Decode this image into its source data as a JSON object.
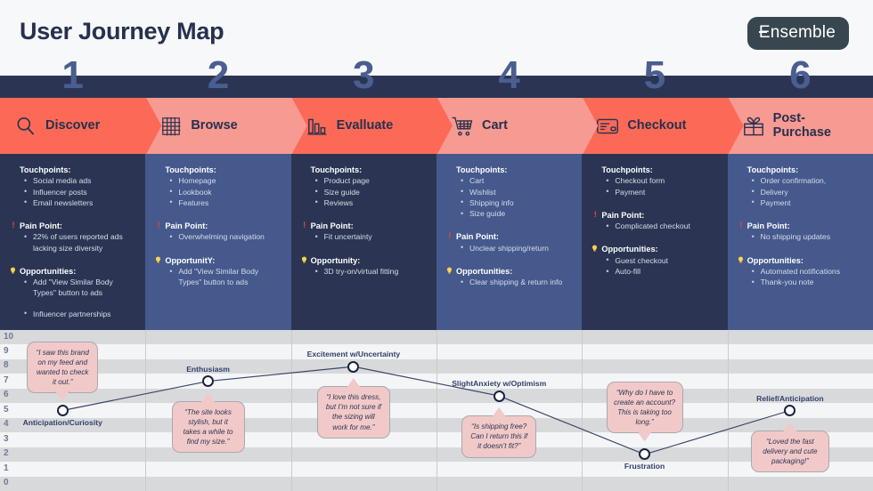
{
  "header": {
    "title": "User Journey Map",
    "logo": "Ensemble"
  },
  "colors": {
    "navy_dark": "#2B3553",
    "navy_mid": "#45598C",
    "salmon_dark": "#FC6A57",
    "salmon_light": "#F79A92",
    "number_blue": "#4A5E90",
    "pain_red": "#F8402E",
    "bubble_pink": "#F1C9C9"
  },
  "stages": [
    {
      "number": "1",
      "label": "Discover",
      "icon": "magnifier-icon",
      "touchpoints_head": "Touchpoints:",
      "touchpoints": [
        "Social media ads",
        "Influencer posts",
        "Email newsletters"
      ],
      "pain_head": "Pain Point:",
      "pain_icon": "!",
      "pains": [
        "22% of users reported ads lacking size diversity"
      ],
      "opp_head": "Opportunities:",
      "opp_icon": "lightbulb-icon",
      "opportunities": [
        "Add \"View Similar Body Types\" button to ads",
        "Influencer partnerships"
      ]
    },
    {
      "number": "2",
      "label": "Browse",
      "icon": "grid-icon",
      "touchpoints_head": "Touchpoints:",
      "touchpoints": [
        "Homepage",
        "Lookbook",
        "Features"
      ],
      "pain_head": "Pain Point:",
      "pain_icon": "!",
      "pains": [
        "Overwhelming navigation"
      ],
      "opp_head": "OpportunitY:",
      "opp_icon": "lightbulb-icon",
      "opportunities": [
        "Add \"View Similar Body Types\" button to ads"
      ]
    },
    {
      "number": "3",
      "label": "Evalluate",
      "icon": "bar-chart-icon",
      "touchpoints_head": "Touchpoints:",
      "touchpoints": [
        "Product page",
        "Size guide",
        "Reviews"
      ],
      "pain_head": "Pain Point:",
      "pain_icon": "!",
      "pains": [
        "Fit uncertainty"
      ],
      "opp_head": "Opportunity:",
      "opp_icon": "lightbulb-icon",
      "opportunities": [
        "3D try-on/virtual fitting"
      ]
    },
    {
      "number": "4",
      "label": "Cart",
      "icon": "shopping-cart-icon",
      "touchpoints_head": "Touchpoints:",
      "touchpoints": [
        "Cart",
        "Wishlist",
        "Shipping info",
        "Size guide"
      ],
      "pain_head": "Pain Point:",
      "pain_icon": "!",
      "pains": [
        "Unclear shipping/return"
      ],
      "opp_head": "Opportunities:",
      "opp_icon": "lightbulb-icon",
      "opportunities": [
        "Clear shipping & return info"
      ]
    },
    {
      "number": "5",
      "label": "Checkout",
      "icon": "credit-card-icon",
      "touchpoints_head": "Touchpoints:",
      "touchpoints": [
        "Checkout form",
        "Payment"
      ],
      "pain_head": "Pain Point:",
      "pain_icon": "!",
      "pains": [
        "Complicated checkout"
      ],
      "opp_head": "Opportunities:",
      "opp_icon": "lightbulb-icon",
      "opportunities": [
        "Guest checkout",
        "Auto-fill"
      ]
    },
    {
      "number": "6",
      "label": "Post-\nPurchase",
      "icon": "gift-icon",
      "touchpoints_head": "Touchpoints:",
      "touchpoints": [
        "Order confirmation,",
        "Delivery",
        "Payment"
      ],
      "pain_head": "Pain Point:",
      "pain_icon": "!",
      "pains": [
        "No shipping updates"
      ],
      "opp_head": "Opportunities:",
      "opp_icon": "lightbulb-icon",
      "opportunities": [
        "Automated notifications",
        "Thank-you note"
      ]
    }
  ],
  "chart_data": {
    "type": "line",
    "title": "",
    "xlabel": "",
    "ylabel": "",
    "ylim": [
      0,
      10
    ],
    "yticks": [
      "10",
      "9",
      "8",
      "7",
      "6",
      "5",
      "4",
      "3",
      "2",
      "1",
      "0"
    ],
    "grid": true,
    "categories": [
      "Discover",
      "Browse",
      "Evalluate",
      "Cart",
      "Checkout",
      "Post-Purchase"
    ],
    "values": [
      5,
      7,
      8,
      6,
      2,
      5
    ],
    "point_labels": [
      "Anticipation/Curiosity",
      "Enthusiasm",
      "Excitement w/Uncertainty",
      "SlightAnxiety w/Optimism",
      "Frustration",
      "Relief/Anticipation"
    ],
    "quotes": [
      "“I saw this brand on my feed and wanted to check it out.”",
      "“The site looks stylish, but it takes a while to find my size.”",
      "“I love this dress, but I’m not sure if the sizing will work for me.”",
      "“Is shipping free? Can I return this if it doesn’t fit?”",
      "“Why do I have to create an account? This is taking too long.”",
      "“Loved the fast delivery and cute packaging!”"
    ]
  }
}
